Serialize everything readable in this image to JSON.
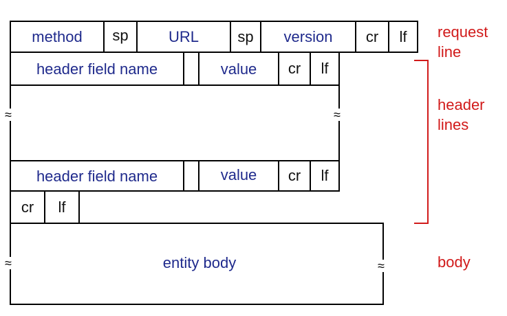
{
  "request_line": {
    "method": "method",
    "sp1": "sp",
    "url": "URL",
    "sp2": "sp",
    "version": "version",
    "cr": "cr",
    "lf": "lf"
  },
  "header_line_1": {
    "field_name": "header field name",
    "value": "value",
    "cr": "cr",
    "lf": "lf"
  },
  "header_line_2": {
    "field_name": "header field name",
    "value": "value",
    "cr": "cr",
    "lf": "lf"
  },
  "end_line": {
    "cr": "cr",
    "lf": "lf"
  },
  "body": {
    "text": "entity body"
  },
  "labels": {
    "request_line_1": "request",
    "request_line_2": "line",
    "header_lines_1": "header",
    "header_lines_2": "lines",
    "body": "body"
  },
  "break_mark": "≈",
  "colors": {
    "field_text": "#1f2a8c",
    "separator_text": "#111111",
    "label": "#d11a1a"
  }
}
